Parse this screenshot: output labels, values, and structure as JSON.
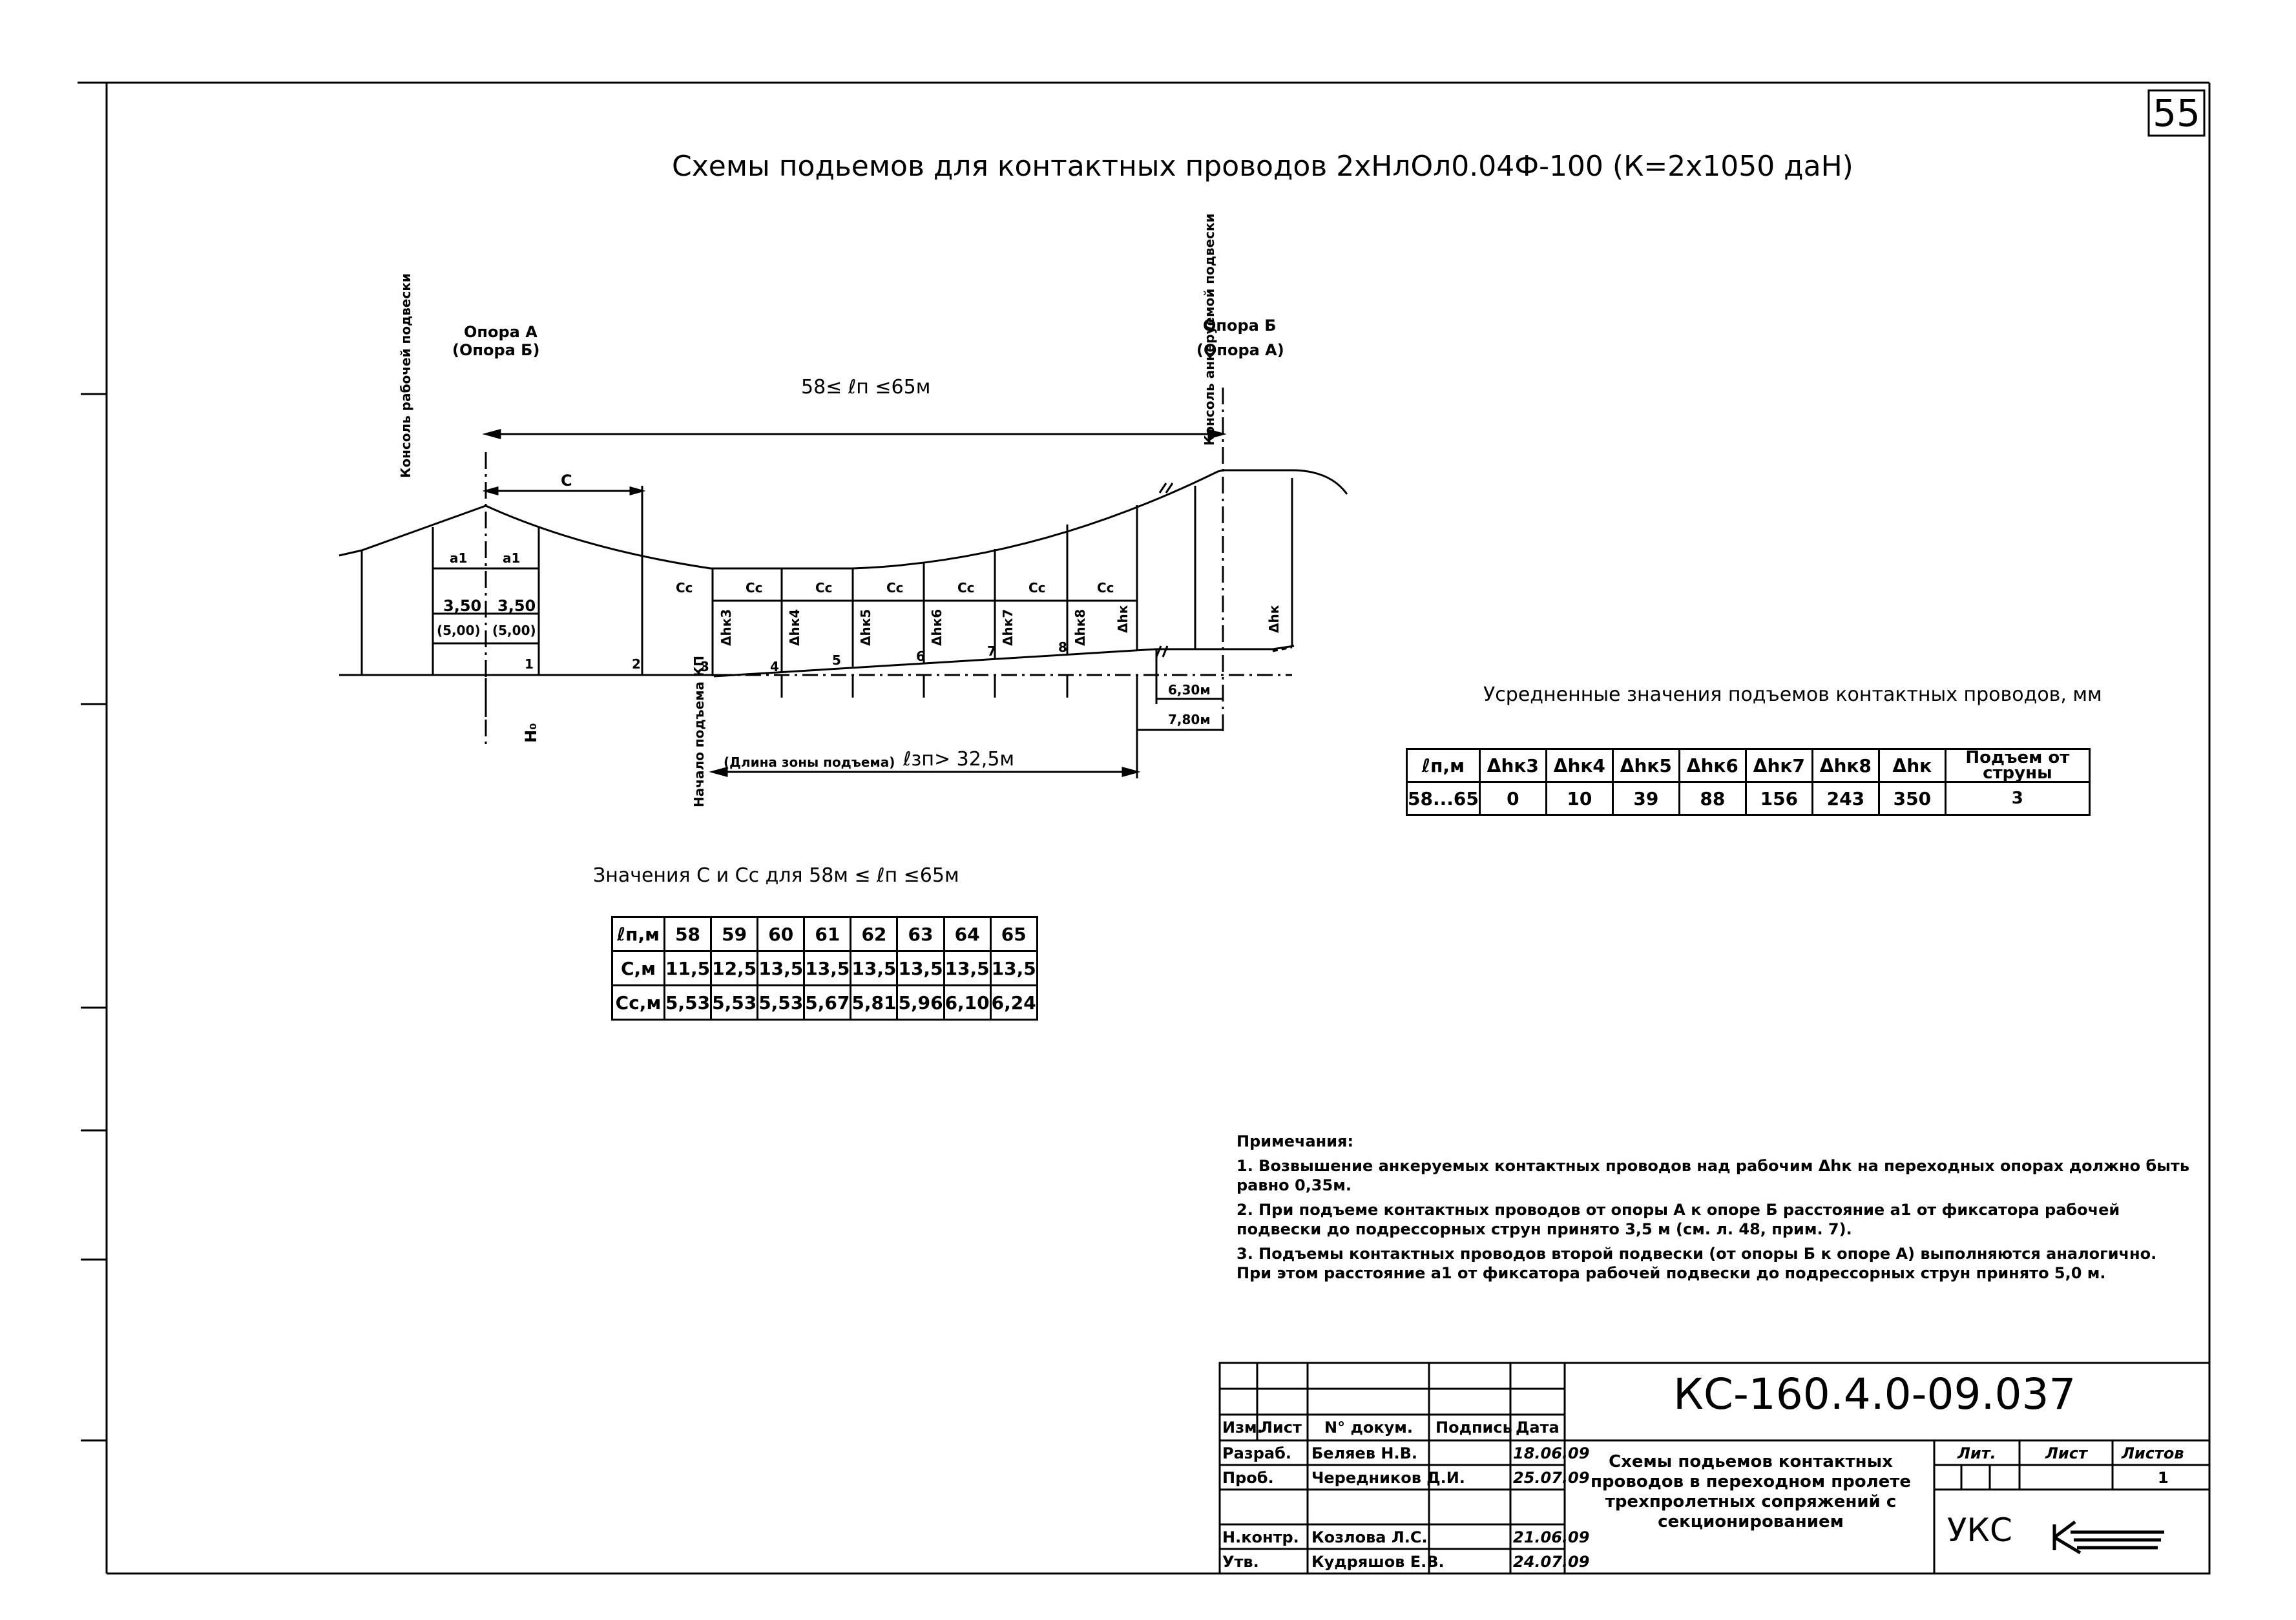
{
  "sheet_number": "55",
  "title": "Схемы подьемов для контактных проводов 2хНлОл0.04Ф-100 (К=2х1050 даН)",
  "diagram": {
    "support_left": "Опора А",
    "support_left_alt": "(Опора Б)",
    "support_right": "Опора Б",
    "support_right_alt": "(Опора А)",
    "console_working": "Консоль рабочей подвески",
    "console_anchored": "Консоль анкеруемой подвески",
    "span_label": "58≤ ℓп ≤65м",
    "c_label": "С",
    "cc_label": "Сс",
    "a1_label": "а1",
    "a1_value": "3,50",
    "a1_alt_value": "(5,00)",
    "h0_label": "Н₀",
    "zone_start": "Начало подъема КП",
    "zone_length_label": "(Длина зоны подъема)",
    "zone_length_value": "ℓзп> 32,5м",
    "dim1": "6,30м",
    "dim2": "7,80м",
    "rise_labels": [
      "Δhк3",
      "Δhк4",
      "Δhк5",
      "Δhк6",
      "Δhк7",
      "Δhк8",
      "Δhк"
    ],
    "dropper_numbers": [
      "1",
      "2",
      "3",
      "4",
      "5",
      "6",
      "7",
      "8"
    ]
  },
  "table_c": {
    "caption": "Значения С и Сс для 58м ≤ ℓп ≤65м",
    "header_label": "ℓп,м",
    "columns": [
      "58",
      "59",
      "60",
      "61",
      "62",
      "63",
      "64",
      "65"
    ],
    "rows": [
      {
        "label": "С,м",
        "values": [
          "11,5",
          "12,5",
          "13,5",
          "13,5",
          "13,5",
          "13,5",
          "13,5",
          "13,5"
        ]
      },
      {
        "label": "Сс,м",
        "values": [
          "5,53",
          "5,53",
          "5,53",
          "5,67",
          "5,81",
          "5,96",
          "6,10",
          "6,24"
        ]
      }
    ]
  },
  "table_h": {
    "caption": "Усредненные значения подъемов контактных проводов, мм",
    "headers": [
      "ℓп,м",
      "Δhк3",
      "Δhк4",
      "Δhк5",
      "Δhк6",
      "Δhк7",
      "Δhк8",
      "Δhк",
      "Подъем от струны"
    ],
    "row": [
      "58...65",
      "0",
      "10",
      "39",
      "88",
      "156",
      "243",
      "350",
      "3"
    ]
  },
  "notes": {
    "heading": "Примечания:",
    "items": [
      "1. Возвышение анкеруемых контактных проводов над рабочим   Δhк  на переходных опорах должно быть равно 0,35м.",
      "2. При подъеме контактных проводов от опоры А к опоре Б расстояние а1 от фиксатора рабочей подвески до подрессорных струн принято 3,5 м (см. л. 48, прим. 7).",
      "3. Подъемы контактных проводов второй подвески (от опоры Б к опоре А) выполняются аналогично. При этом расстояние а1 от фиксатора рабочей подвески до подрессорных струн принято 5,0 м."
    ]
  },
  "stamp": {
    "doc_number": "КС-160.4.0-09.037",
    "headers": [
      "Изм.",
      "Лист",
      "N° докум.",
      "Подпись",
      "Дата"
    ],
    "rows": [
      {
        "role": "Разраб.",
        "name": "Беляев Н.В.",
        "date": "18.06.09"
      },
      {
        "role": "Проб.",
        "name": "Чередников Д.И.",
        "date": "25.07.09"
      },
      {
        "role": "Н.контр.",
        "name": "Козлова Л.С.",
        "date": "21.06.09"
      },
      {
        "role": "Утв.",
        "name": "Кудряшов Е.В.",
        "date": "24.07.09"
      }
    ],
    "description": "Схемы подьемов контактных проводов в переходном пролете трехпролетных сопряжений с секционированием",
    "lit_label": "Лит.",
    "sheet_label": "Лист",
    "sheets_label": "Листов",
    "sheets_value": "1",
    "org": "УКС"
  }
}
